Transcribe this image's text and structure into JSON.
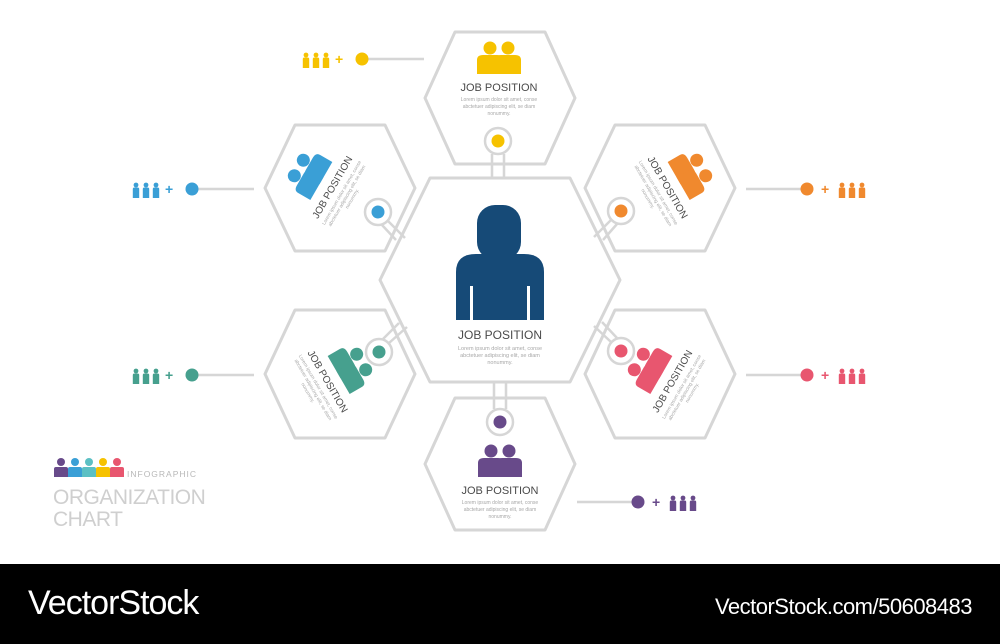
{
  "colors": {
    "yellow": "#f6c200",
    "blue": "#3a9fd6",
    "orange": "#f0892e",
    "teal": "#46a08e",
    "pink": "#e8566f",
    "purple": "#684a8a",
    "navy": "#164a77",
    "outline": "#d6d6d6",
    "text_dark": "#4a4a4a",
    "text_light": "#a8a8a8"
  },
  "center": {
    "title": "JOB POSITION",
    "desc_line1": "Lorem ipsum dolor sit amet, conse",
    "desc_line2": "abctetuer adipiscing elit, se diam",
    "desc_line3": "nonummy.",
    "icon": "person-icon"
  },
  "nodes": [
    {
      "id": "top",
      "color": "yellow",
      "title": "JOB POSITION",
      "desc_line1": "Lorem ipsum dolor sit amet, conse",
      "desc_line2": "abctetuer adipiscing elit, se diam",
      "desc_line3": "nonummy.",
      "badge_plus": "+"
    },
    {
      "id": "upper-left",
      "color": "blue",
      "title": "JOB POSITION",
      "desc_line1": "Lorem ipsum dolor sit amet, conse",
      "desc_line2": "abctetuer adipiscing elit, se diam",
      "desc_line3": "nonummy.",
      "badge_plus": "+"
    },
    {
      "id": "upper-right",
      "color": "orange",
      "title": "JOB POSITION",
      "desc_line1": "Lorem ipsum dolor sit amet, conse",
      "desc_line2": "abctetuer adipiscing elit, se diam",
      "desc_line3": "nonummy.",
      "badge_plus": "+"
    },
    {
      "id": "lower-left",
      "color": "teal",
      "title": "JOB POSITION",
      "desc_line1": "Lorem ipsum dolor sit amet, conse",
      "desc_line2": "abctetuer adipiscing elit, se diam",
      "desc_line3": "nonummy.",
      "badge_plus": "+"
    },
    {
      "id": "lower-right",
      "color": "pink",
      "title": "JOB POSITION",
      "desc_line1": "Lorem ipsum dolor sit amet, conse",
      "desc_line2": "abctetuer adipiscing elit, se diam",
      "desc_line3": "nonummy.",
      "badge_plus": "+"
    },
    {
      "id": "bottom",
      "color": "purple",
      "title": "JOB POSITION",
      "desc_line1": "Lorem ipsum dolor sit amet, conse",
      "desc_line2": "abctetuer adipiscing elit, se diam",
      "desc_line3": "nonummy.",
      "badge_plus": "+"
    }
  ],
  "legend": {
    "subtitle": "INFOGRAPHIC",
    "title_line1": "ORGANIZATION",
    "title_line2": "CHART",
    "icon_colors": [
      "#684a8a",
      "#3a9fd6",
      "#5cc0c4",
      "#f6c200",
      "#e8566f"
    ]
  },
  "footer": {
    "brand": "VectorStock",
    "ref": "VectorStock.com/50608483"
  }
}
